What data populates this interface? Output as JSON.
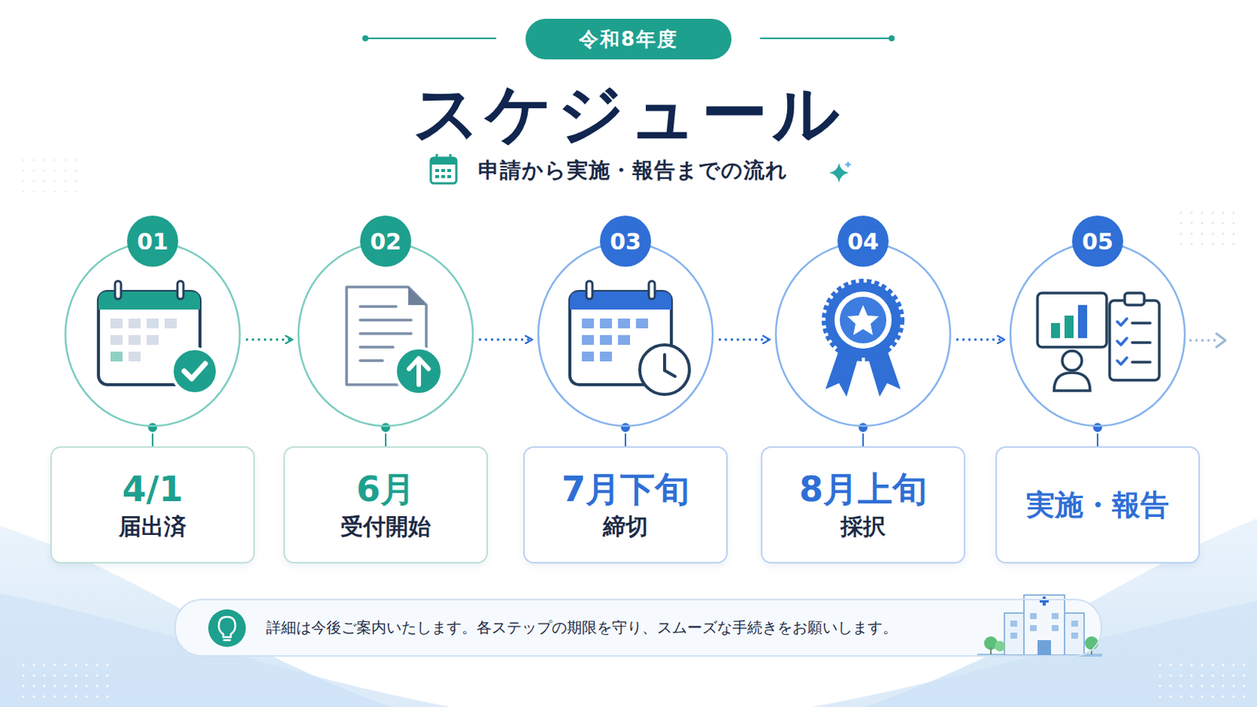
{
  "diagram": {
    "title": "スケジュール",
    "caption": "申請から実施・報告までの流れ",
    "nodes": [
      {
        "text": [
          "令和8年度"
        ]
      },
      {
        "text": [
          "01"
        ]
      },
      {
        "text": [
          "02"
        ]
      },
      {
        "text": [
          "03"
        ]
      },
      {
        "text": [
          "04"
        ]
      },
      {
        "text": [
          "05"
        ]
      },
      {
        "text": [
          "4/1",
          "届出済"
        ]
      },
      {
        "text": [
          "6月",
          "受付開始"
        ]
      },
      {
        "text": [
          "7月下旬",
          "締切"
        ]
      },
      {
        "text": [
          "8月上旬",
          "採択"
        ]
      },
      {
        "text": [
          "実施・報告"
        ]
      },
      {
        "text": [
          "詳細は今後ご案内いたします。各ステップの期限を守り、スムーズな手続きをお願いします。"
        ]
      }
    ],
    "edges": [
      {
        "from": 1,
        "to": 2,
        "arrow": "to"
      },
      {
        "from": 2,
        "to": 3,
        "arrow": "to"
      },
      {
        "from": 3,
        "to": 4,
        "arrow": "to"
      },
      {
        "from": 4,
        "to": 5,
        "arrow": "to"
      },
      {
        "from": 1,
        "to": 6,
        "arrow": "none"
      },
      {
        "from": 2,
        "to": 7,
        "arrow": "none"
      },
      {
        "from": 3,
        "to": 8,
        "arrow": "none"
      },
      {
        "from": 4,
        "to": 9,
        "arrow": "none"
      },
      {
        "from": 5,
        "to": 10,
        "arrow": "none"
      }
    ]
  }
}
